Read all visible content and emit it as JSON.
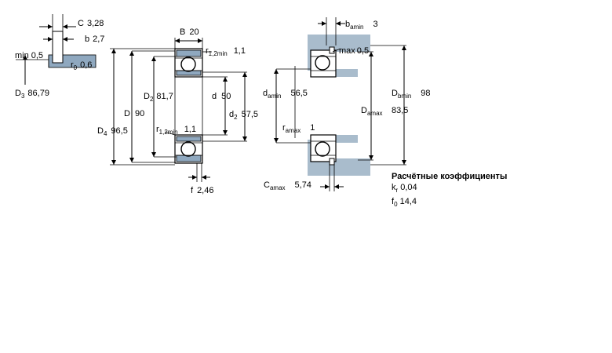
{
  "detail": {
    "C_label": "C",
    "C_value": "3,28",
    "b_label": "b",
    "b_value": "2,7",
    "min_label": "min",
    "min_value": "0,5",
    "r0_label": "r",
    "r0_sub": "0",
    "r0_value": "0,6",
    "D3_label": "D",
    "D3_sub": "3",
    "D3_value": "86,79"
  },
  "bearing": {
    "B_label": "B",
    "B_value": "20",
    "r12_top_label": "r",
    "r12_top_sub": "1,2min",
    "r12_top_value": "1,1",
    "D2_label": "D",
    "D2_sub": "2",
    "D2_value": "81,7",
    "d_label": "d",
    "d_value": "50",
    "D_label": "D",
    "D_value": "90",
    "d2_label": "d",
    "d2_sub": "2",
    "d2_value": "57,5",
    "D4_label": "D",
    "D4_sub": "4",
    "D4_value": "96,5",
    "r12_bot_label": "r",
    "r12_bot_sub": "1,2min",
    "r12_bot_value": "1,1",
    "f_label": "f",
    "f_value": "2,46"
  },
  "mounting": {
    "ba_label": "b",
    "ba_sub": "amin",
    "ba_value": "3",
    "max_label": "max",
    "max_value": "0,5",
    "da_label": "d",
    "da_sub": "amin",
    "da_value": "56,5",
    "Db_label": "D",
    "Db_sub": "bmin",
    "Db_value": "98",
    "Da_label": "D",
    "Da_sub": "amax",
    "Da_value": "83,5",
    "ra_label": "r",
    "ra_sub": "amax",
    "ra_value": "1",
    "Ca_label": "C",
    "Ca_sub": "amax",
    "Ca_value": "5,74"
  },
  "coefficients": {
    "title": "Расчётные коэффициенты",
    "kr_label": "k",
    "kr_sub": "r",
    "kr_value": "0,04",
    "f0_label": "f",
    "f0_sub": "0",
    "f0_value": "14,4"
  }
}
